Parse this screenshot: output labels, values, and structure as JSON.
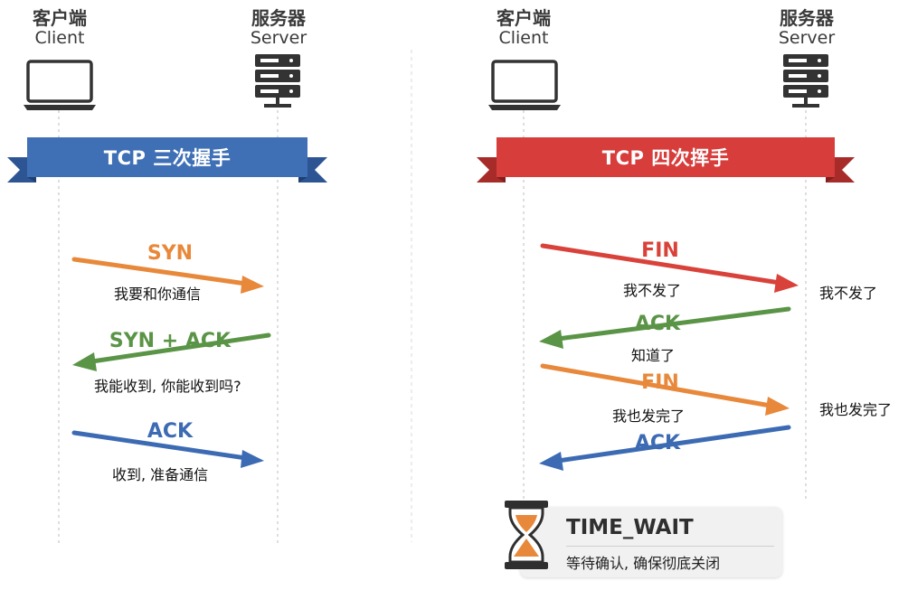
{
  "left": {
    "client": {
      "zh": "客户端",
      "en": "Client"
    },
    "server": {
      "zh": "服务器",
      "en": "Server"
    },
    "banner": "TCP 三次握手",
    "messages": [
      {
        "label": "SYN",
        "note": "我要和你通信",
        "color": "#e8883a"
      },
      {
        "label": "SYN + ACK",
        "note": "我能收到, 你能收到吗?",
        "color": "#5a9446"
      },
      {
        "label": "ACK",
        "note": "收到, 准备通信",
        "color": "#3c6bb4"
      }
    ]
  },
  "right": {
    "client": {
      "zh": "客户端",
      "en": "Client"
    },
    "server": {
      "zh": "服务器",
      "en": "Server"
    },
    "banner": "TCP 四次挥手",
    "messages": [
      {
        "label": "FIN",
        "note": "我不发了",
        "side_note": "我不发了",
        "color": "#d9423a"
      },
      {
        "label": "ACK",
        "note": "知道了",
        "color": "#5a9446"
      },
      {
        "label": "FIN",
        "note": "我也发完了",
        "side_note": "我也发完了",
        "color": "#e8883a"
      },
      {
        "label": "ACK",
        "color": "#3c6bb4"
      }
    ],
    "time_wait": {
      "title": "TIME_WAIT",
      "desc": "等待确认, 确保彻底关闭"
    }
  },
  "colors": {
    "blue_banner": "#3f6fb5",
    "red_banner": "#d63d3b",
    "text": "#3a3a3a"
  },
  "icons": {
    "client": "laptop-icon",
    "server": "server-rack-icon",
    "timer": "hourglass-icon"
  }
}
